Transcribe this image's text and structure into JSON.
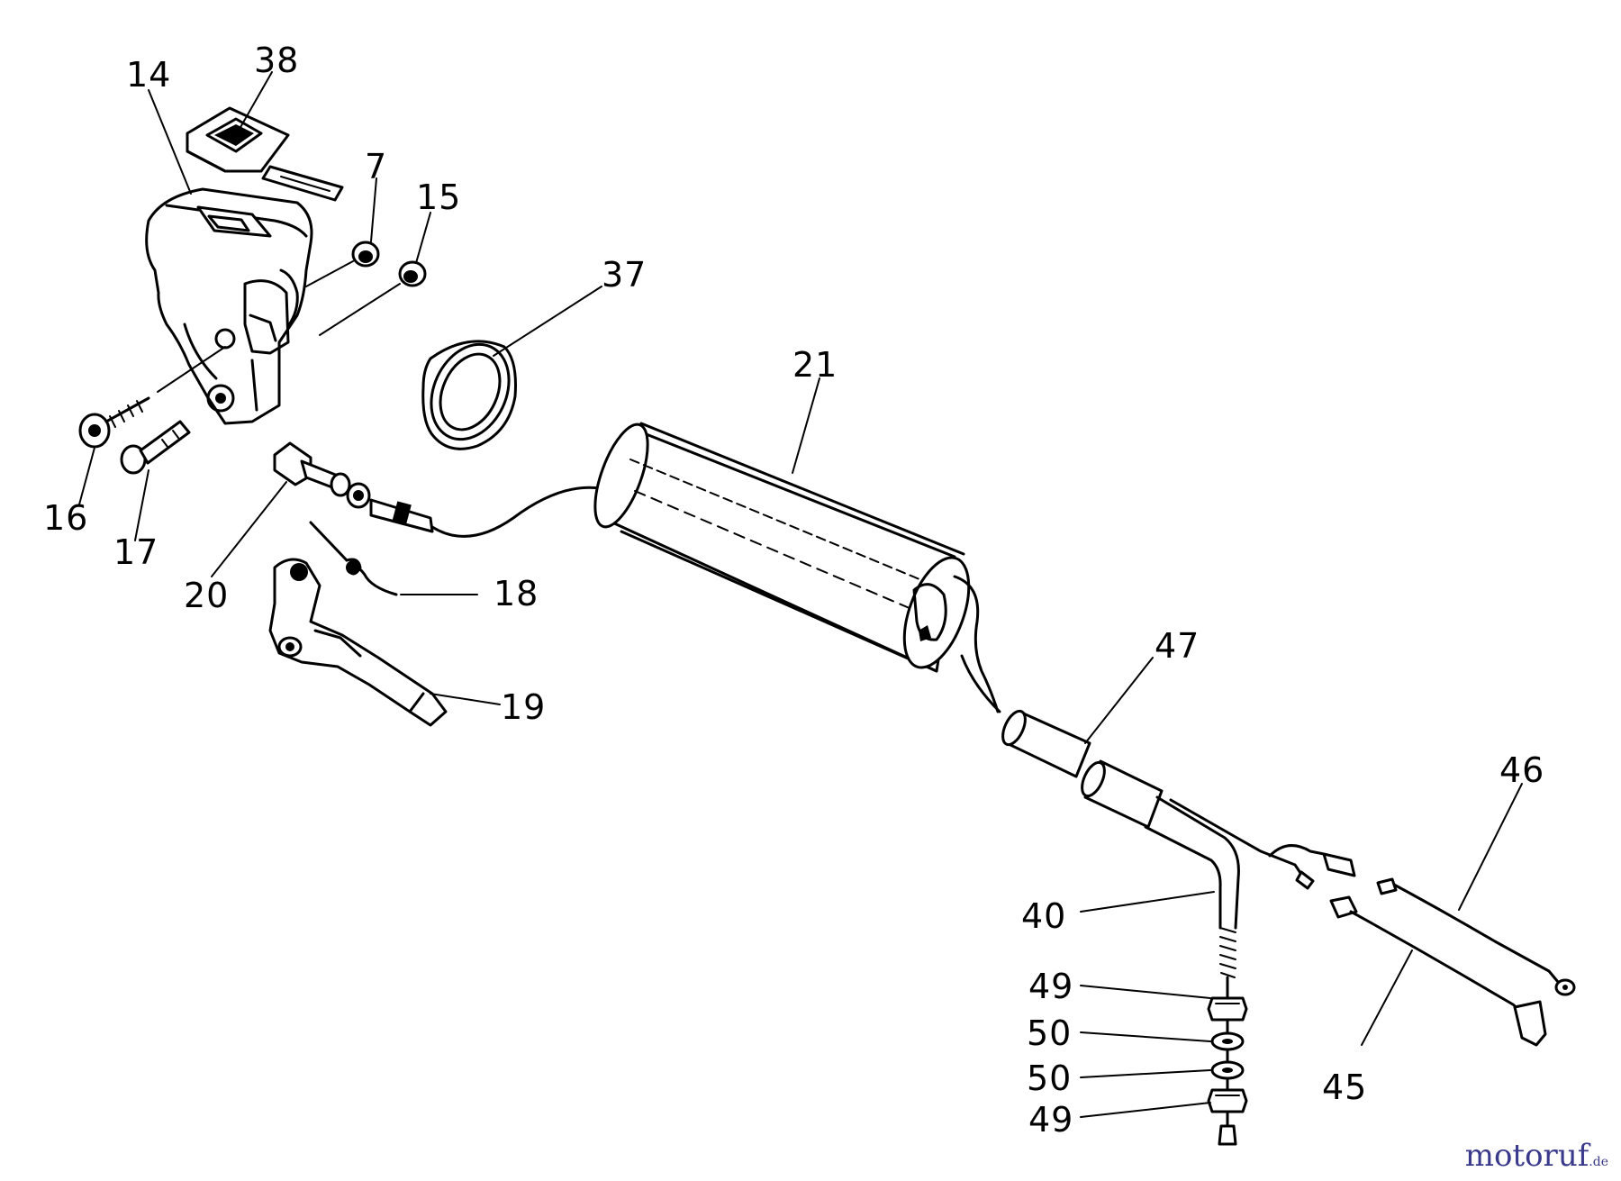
{
  "diagram": {
    "callouts": {
      "p14": "14",
      "p38": "38",
      "p7": "7",
      "p15": "15",
      "p37": "37",
      "p21": "21",
      "p16": "16",
      "p17": "17",
      "p20": "20",
      "p18": "18",
      "p19": "19",
      "p47": "47",
      "p46": "46",
      "p40": "40",
      "p49a": "49",
      "p50a": "50",
      "p50b": "50",
      "p49b": "49",
      "p45": "45"
    }
  },
  "watermark": {
    "brand": "motoruf",
    "tld": ".de"
  },
  "colors": {
    "line": "#000000",
    "background": "#ffffff",
    "watermark": "#3a3a8c"
  }
}
